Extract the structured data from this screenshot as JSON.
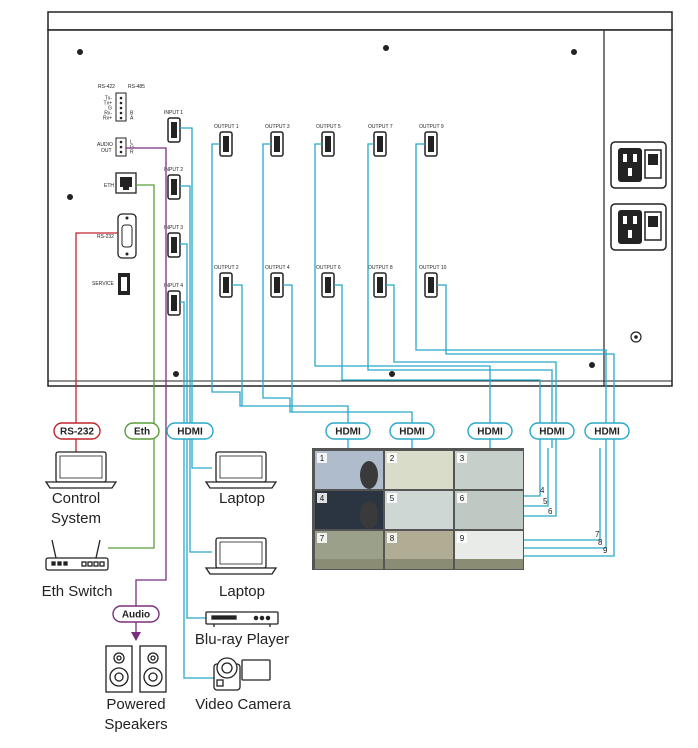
{
  "panel": {
    "rs422": "RS-422",
    "rs485": "RS-485",
    "rs_pins": [
      "Tx-",
      "Tx+",
      "G",
      "Rx-",
      "Rx+"
    ],
    "rs485_pins": [
      "",
      "",
      "",
      "B",
      "A"
    ],
    "audio": "AUDIO\nOUT",
    "audio_l1": "AUDIO",
    "audio_l2": "OUT",
    "audio_pins": [
      "L",
      "G",
      "R"
    ],
    "eth": "ETH",
    "rs232": "RS-232",
    "service": "SERVICE",
    "inputs": [
      "INPUT 1",
      "INPUT 2",
      "INPUT 3",
      "INPUT 4"
    ],
    "outputs_top": [
      "OUTPUT 1",
      "OUTPUT 3",
      "OUTPUT 5",
      "OUTPUT 7",
      "OUTPUT 9"
    ],
    "outputs_bottom": [
      "OUTPUT 2",
      "OUTPUT 4",
      "OUTPUT 6",
      "OUTPUT 8",
      "OUTPUT 10"
    ]
  },
  "pills": {
    "rs232": "RS-232",
    "eth": "Eth",
    "hdmi_in": "HDMI",
    "audio": "Audio",
    "hdmi_out": [
      "HDMI",
      "HDMI",
      "HDMI",
      "HDMI",
      "HDMI"
    ]
  },
  "devices": {
    "control_1": "Control",
    "control_2": "System",
    "eth_switch": "Eth Switch",
    "speakers_1": "Powered",
    "speakers_2": "Speakers",
    "laptop1": "Laptop",
    "laptop2": "Laptop",
    "bluray": "Blu-ray Player",
    "camera": "Video Camera"
  },
  "video_wall": {
    "cells": [
      "1",
      "2",
      "3",
      "4",
      "5",
      "6",
      "7",
      "8",
      "9"
    ]
  },
  "line_numbers": [
    "4",
    "5",
    "6",
    "7",
    "8",
    "9"
  ],
  "colors": {
    "rs232": "#c0272d",
    "eth": "#5a9e3a",
    "hdmi": "#2aa8c9",
    "audio": "#7a2f7e",
    "panel": "#222222"
  }
}
